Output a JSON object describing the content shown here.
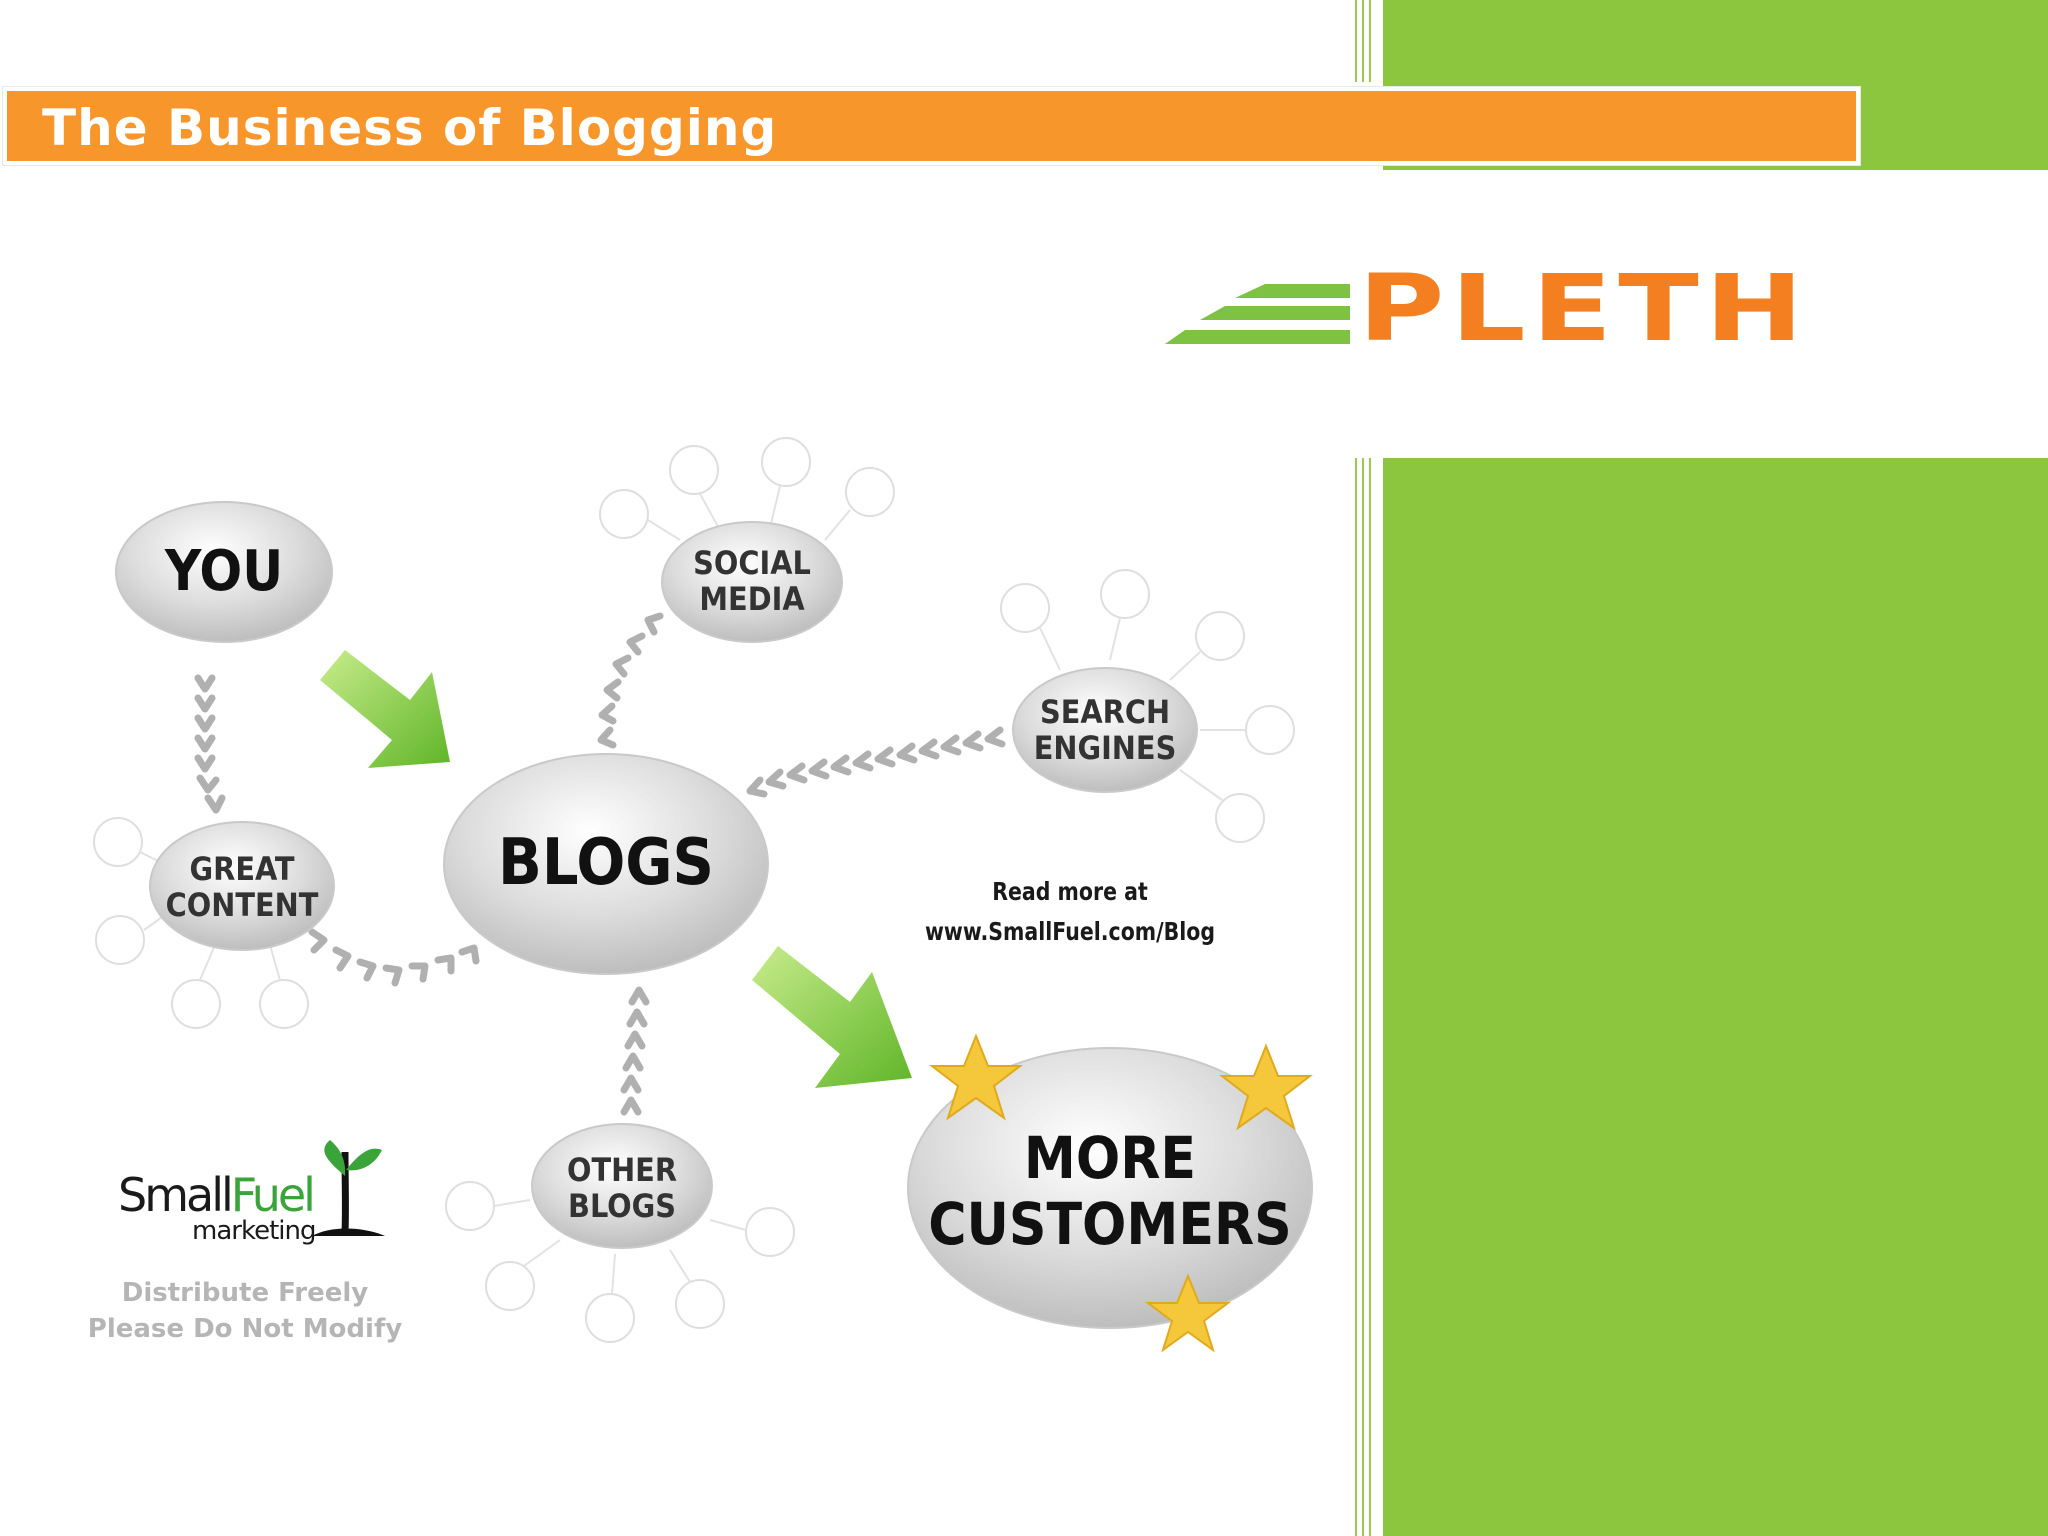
{
  "slide": {
    "title": "The Business of Blogging",
    "colors": {
      "orange": "#f7962a",
      "green": "#8cc63f",
      "logo_green": "#7dc242",
      "logo_orange": "#f37f20"
    }
  },
  "logo": {
    "text": "PLETH"
  },
  "diagram": {
    "nodes": {
      "you": "YOU",
      "blogs": "BLOGS",
      "social": [
        "SOCIAL",
        "MEDIA"
      ],
      "search": [
        "SEARCH",
        "ENGINES"
      ],
      "great": [
        "GREAT",
        "CONTENT"
      ],
      "other": [
        "OTHER",
        "BLOGS"
      ],
      "customers": [
        "MORE",
        "CUSTOMERS"
      ]
    },
    "read_more": [
      "Read more at",
      "www.SmallFuel.com/Blog"
    ]
  },
  "smallfuel": {
    "brand_a": "Small",
    "brand_b": "Fuel",
    "sub": "marketing",
    "note": [
      "Distribute Freely",
      "Please Do Not Modify"
    ]
  }
}
